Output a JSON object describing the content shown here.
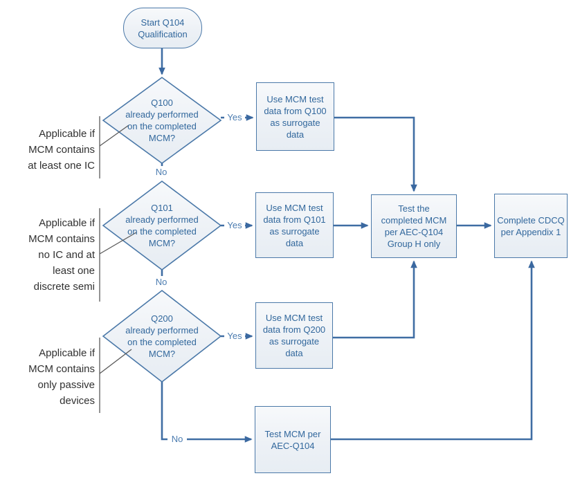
{
  "nodes": {
    "start": {
      "label": "Start Q104\nQualification"
    },
    "q100_decision": {
      "label": "Q100\nalready performed\non the completed\nMCM?"
    },
    "q101_decision": {
      "label": "Q101\nalready performed\non the completed\nMCM?"
    },
    "q200_decision": {
      "label": "Q200\nalready performed\non the completed\nMCM?"
    },
    "q100_surrogate": {
      "label": "Use MCM test\ndata from Q100\nas surrogate\ndata"
    },
    "q101_surrogate": {
      "label": "Use MCM test\ndata from Q101\nas surrogate\ndata"
    },
    "q200_surrogate": {
      "label": "Use MCM test\ndata from Q200\nas surrogate\ndata"
    },
    "test_group_h": {
      "label": "Test the\ncompleted MCM\nper AEC-Q104\nGroup H only"
    },
    "complete_cdcq": {
      "label": "Complete CDCQ\nper Appendix 1"
    },
    "test_mcm": {
      "label": "Test MCM per\nAEC-Q104"
    }
  },
  "edge_labels": {
    "yes1": "Yes",
    "yes2": "Yes",
    "yes3": "Yes",
    "no1": "No",
    "no2": "No",
    "no3": "No"
  },
  "annotations": {
    "ic": {
      "text": "Applicable if\nMCM contains\nat least one IC"
    },
    "discrete": {
      "text": "Applicable if\nMCM contains\nno IC and at\nleast one\ndiscrete semi"
    },
    "passive": {
      "text": "Applicable if\nMCM contains\nonly passive\ndevices"
    }
  },
  "colors": {
    "shape_border": "#4a78a8",
    "shape_fill_top": "#f7f9fb",
    "shape_fill_bottom": "#e7edf3",
    "connector": "#3f6da3",
    "arrowhead": "#3a68a0",
    "shape_text": "#31679c",
    "edge_label_text": "#4b7cb0",
    "annotation_text": "#303030",
    "leader_line": "#595959"
  }
}
